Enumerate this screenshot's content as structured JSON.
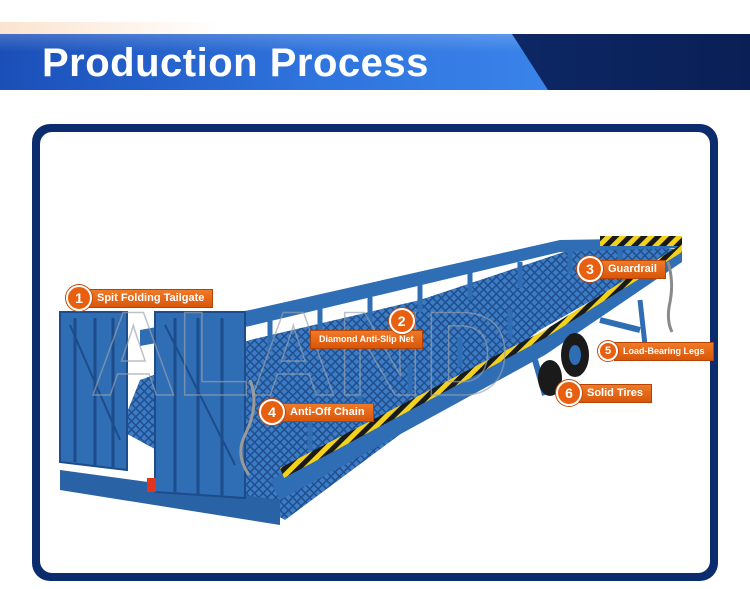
{
  "header": {
    "title": "Production Process"
  },
  "watermark": "ALAND",
  "callouts": [
    {
      "num": "1",
      "label": "Spit Folding Tailgate"
    },
    {
      "num": "2",
      "label": "Diamond Anti-Slip Net"
    },
    {
      "num": "3",
      "label": "Guardrail"
    },
    {
      "num": "4",
      "label": "Anti-Off Chain"
    },
    {
      "num": "5",
      "label": "Load-Bearing Legs"
    },
    {
      "num": "6",
      "label": "Solid Tires"
    }
  ],
  "colors": {
    "ramp_blue": "#2f6db5",
    "callout_orange": "#e8600f",
    "banner_blue": "#2f73dd",
    "frame_navy": "#0b2d6e"
  }
}
